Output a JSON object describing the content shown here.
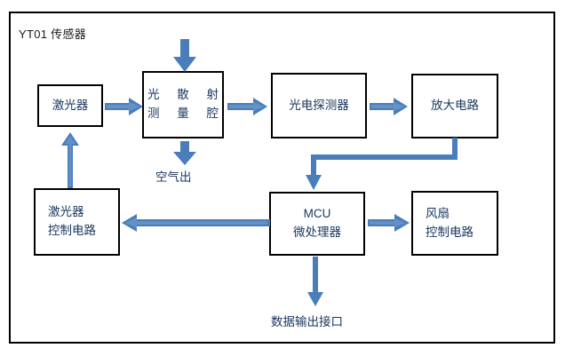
{
  "diagram": {
    "title": "YT01 传感器",
    "accent_color": "#4a7ebb",
    "box_border_color": "#000000",
    "text_color": "#17365d",
    "blocks": [
      {
        "id": "laser",
        "lines": [
          "激光器"
        ]
      },
      {
        "id": "chamber",
        "lines": [
          "光 散 射",
          "测 量 腔"
        ]
      },
      {
        "id": "photodetector",
        "lines": [
          "光电探测器"
        ]
      },
      {
        "id": "amplifier",
        "lines": [
          "放大电路"
        ]
      },
      {
        "id": "laser_control",
        "lines": [
          "激光器",
          "控制电路"
        ]
      },
      {
        "id": "mcu",
        "lines": [
          "MCU",
          "微处理器"
        ]
      },
      {
        "id": "fan_control",
        "lines": [
          "风扇",
          "控制电路"
        ]
      }
    ],
    "labels": [
      {
        "id": "air_out",
        "text": "空气出"
      },
      {
        "id": "data_output",
        "text": "数据输出接口"
      }
    ],
    "connectors": [
      {
        "id": "air-in-arrow",
        "from": "外部空气",
        "to": "chamber",
        "direction": "down"
      },
      {
        "id": "laser-to-chamber",
        "from": "laser",
        "to": "chamber",
        "direction": "right"
      },
      {
        "id": "chamber-to-photodetector",
        "from": "chamber",
        "to": "photodetector",
        "direction": "right"
      },
      {
        "id": "photodetector-to-amplifier",
        "from": "photodetector",
        "to": "amplifier",
        "direction": "right"
      },
      {
        "id": "chamber-to-air-out",
        "from": "chamber",
        "to": "air_out",
        "direction": "down"
      },
      {
        "id": "amplifier-to-mcu",
        "from": "amplifier",
        "to": "mcu",
        "direction": "elbow-down-left-down"
      },
      {
        "id": "mcu-to-laser-control",
        "from": "mcu",
        "to": "laser_control",
        "direction": "left"
      },
      {
        "id": "mcu-to-fan-control",
        "from": "mcu",
        "to": "fan_control",
        "direction": "right"
      },
      {
        "id": "laser-control-to-laser",
        "from": "laser_control",
        "to": "laser",
        "direction": "up"
      },
      {
        "id": "mcu-to-data-output",
        "from": "mcu",
        "to": "data_output",
        "direction": "down"
      }
    ]
  }
}
